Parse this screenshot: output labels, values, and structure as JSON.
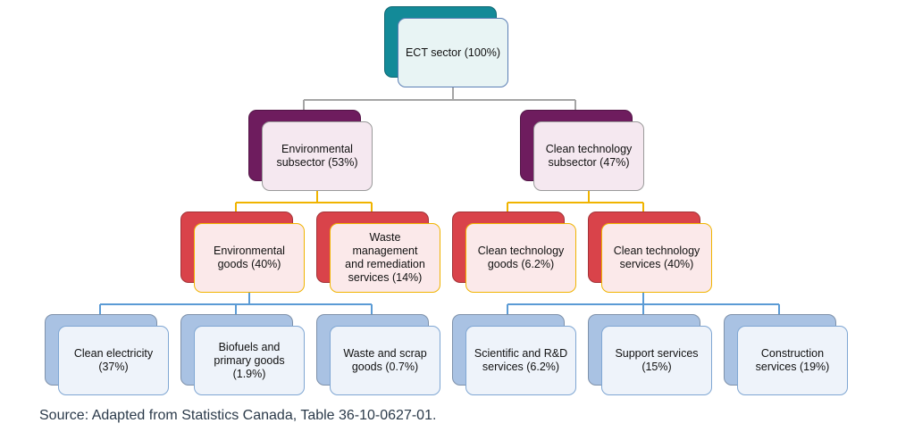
{
  "diagram": {
    "root": {
      "label": "ECT sector (100%)"
    },
    "level1": [
      {
        "label": "Environmental\nsubsector (53%)"
      },
      {
        "label": "Clean technology\nsubsector (47%)"
      }
    ],
    "level2": [
      {
        "label": "Environmental\ngoods (40%)"
      },
      {
        "label": "Waste management\nand remediation\nservices (14%)"
      },
      {
        "label": "Clean technology\ngoods (6.2%)"
      },
      {
        "label": "Clean technology\nservices (40%)"
      }
    ],
    "level3": [
      {
        "label": "Clean electricity\n(37%)"
      },
      {
        "label": "Biofuels and\nprimary goods\n(1.9%)"
      },
      {
        "label": "Waste and scrap\ngoods (0.7%)"
      },
      {
        "label": "Scientific and R&D\nservices (6.2%)"
      },
      {
        "label": "Support services\n(15%)"
      },
      {
        "label": "Construction\nservices (19%)"
      }
    ],
    "colors": {
      "level0_back": "#138a98",
      "level0_front": "#e8f4f4",
      "level0_border": "#5b7fb5",
      "level1_back": "#6e1c5e",
      "level1_front": "#f5e8f0",
      "level1_border": "#9a9a9a",
      "level2_back": "#d9434a",
      "level2_front": "#fbe9ea",
      "level2_border": "#f0b400",
      "level3_back": "#a9c2e3",
      "level3_front": "#eef3fa",
      "level3_border": "#7fa6d3",
      "connector_l0": "#a5a5a5",
      "connector_l1": "#f0b400",
      "connector_l2": "#5b9bd5"
    }
  },
  "source": "Source: Adapted from Statistics Canada, Table 36-10-0627-01."
}
